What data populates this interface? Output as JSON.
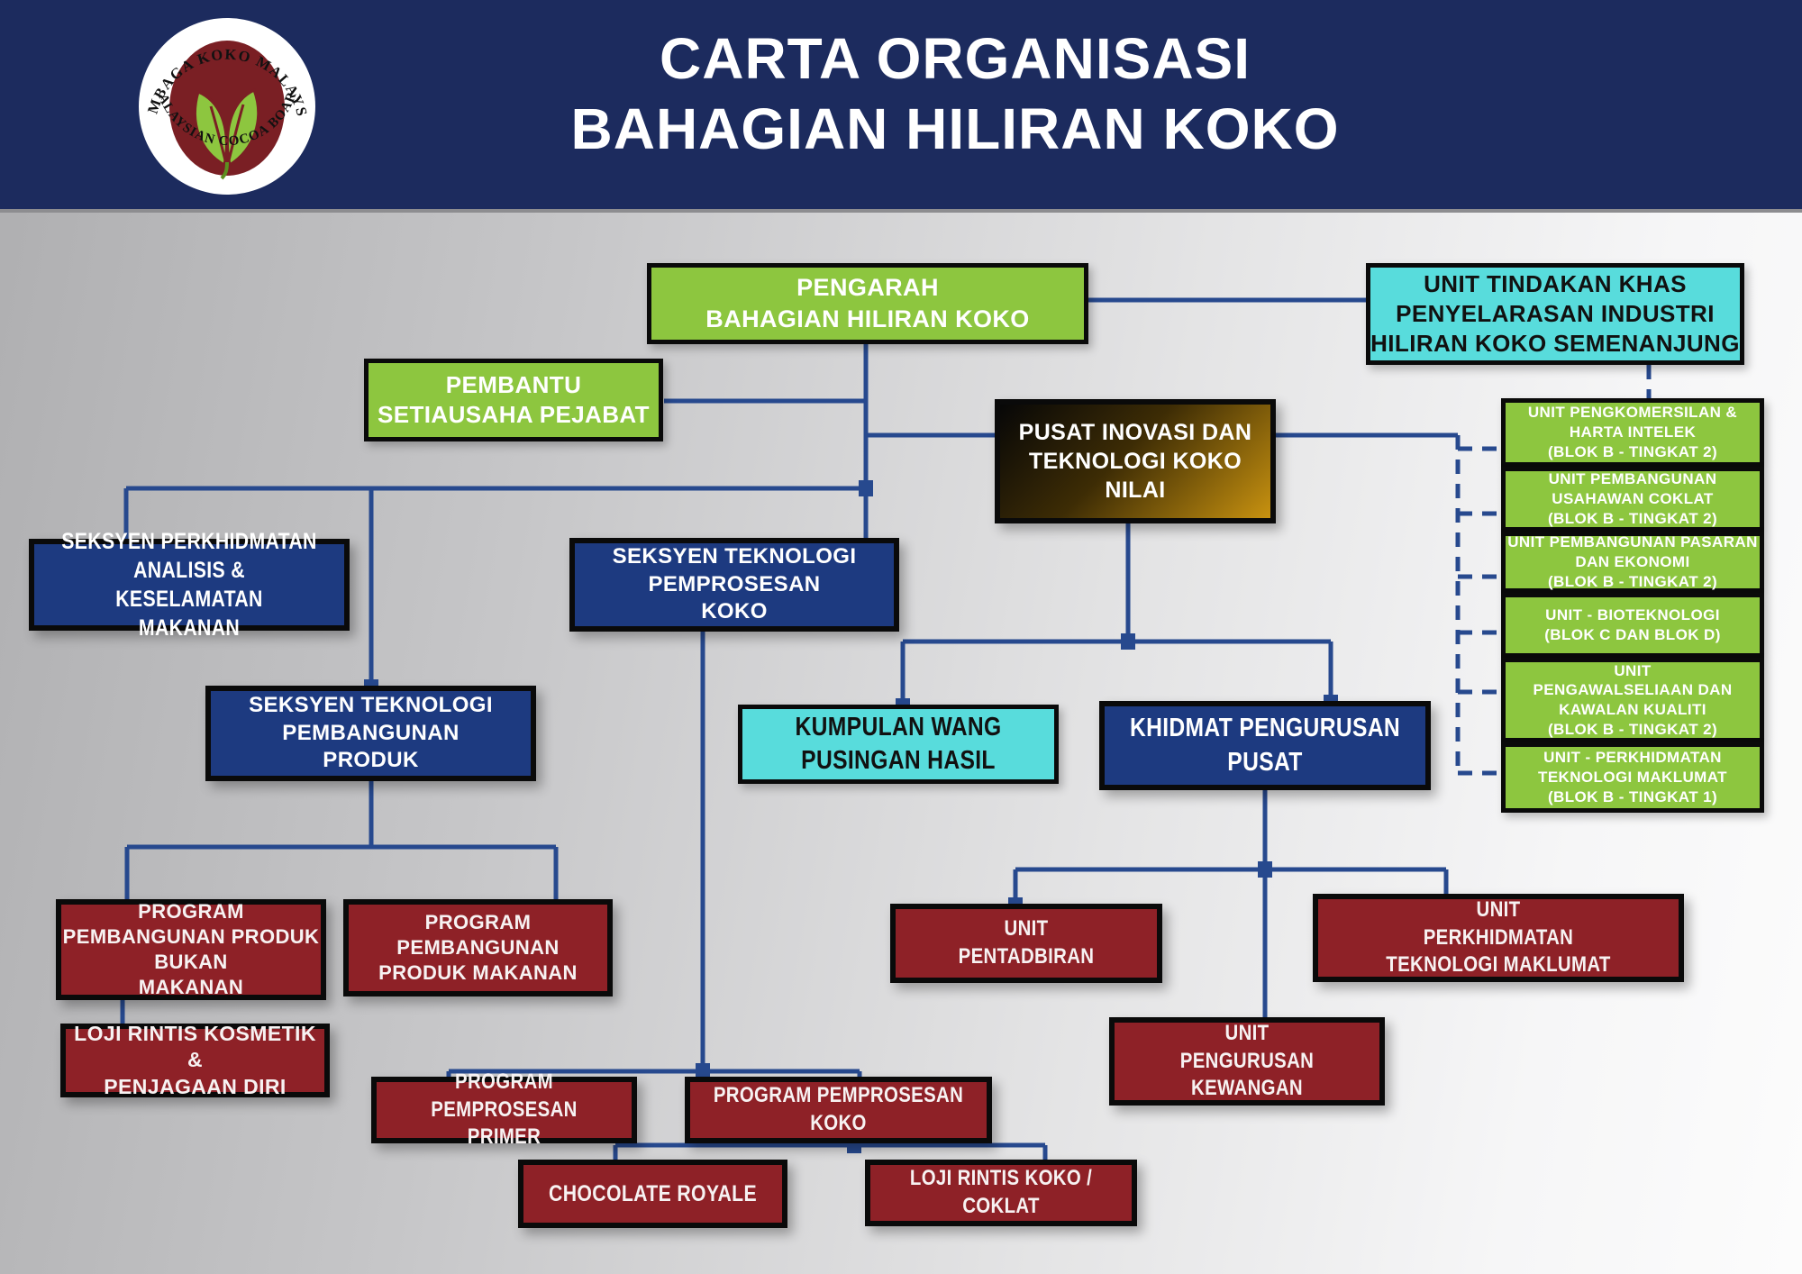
{
  "header": {
    "title_line1": "CARTA ORGANISASI",
    "title_line2": "BAHAGIAN HILIRAN KOKO",
    "logo": {
      "top_text": "LEMBAGA KOKO MALAYSIA",
      "bottom_text": "• MALAYSIAN COCOA BOARD •"
    }
  },
  "palette": {
    "header_bg": "#1c2b5e",
    "connector_line": "#27498e",
    "green": "#8dc63f",
    "cyan": "#58dcdc",
    "navy": "#1d3a80",
    "red": "#8e2127",
    "gold_dark": "#070707",
    "gold_light": "#c89210",
    "logo_red": "#7a1f24",
    "logo_green": "#8dc63f"
  },
  "nodes": [
    {
      "id": "pengarah",
      "variant": "green",
      "lines": [
        "PENGARAH",
        "BAHAGIAN HILIRAN KOKO"
      ]
    },
    {
      "id": "unit-tindakan-khas",
      "variant": "cyan",
      "lines": [
        "UNIT TINDAKAN KHAS",
        "PENYELARASAN INDUSTRI",
        "HILIRAN KOKO SEMENANJUNG"
      ]
    },
    {
      "id": "pembantu-setiausaha",
      "variant": "green",
      "lines": [
        "PEMBANTU",
        "SETIAUSAHA PEJABAT"
      ]
    },
    {
      "id": "pusat-inovasi",
      "variant": "gold",
      "lines": [
        "PUSAT INOVASI DAN",
        "TEKNOLOGI KOKO",
        "NILAI"
      ]
    },
    {
      "id": "unit-pengkomersilan",
      "variant": "green",
      "lines": [
        "UNIT PENGKOMERSILAN &",
        "HARTA INTELEK",
        "(BLOK B - TINGKAT 2)"
      ]
    },
    {
      "id": "unit-usahawan-coklat",
      "variant": "green",
      "lines": [
        "UNIT PEMBANGUNAN",
        "USAHAWAN COKLAT",
        "(BLOK B - TINGKAT 2)"
      ]
    },
    {
      "id": "unit-pasaran-ekonomi",
      "variant": "green",
      "lines": [
        "UNIT PEMBANGUNAN PASARAN",
        "DAN EKONOMI",
        "(BLOK B - TINGKAT 2)"
      ]
    },
    {
      "id": "unit-bioteknologi",
      "variant": "green",
      "lines": [
        "UNIT - BIOTEKNOLOGI",
        "(BLOK C DAN BLOK D)"
      ]
    },
    {
      "id": "unit-pengawalseliaan",
      "variant": "green",
      "lines": [
        "UNIT",
        "PENGAWALSELIAAN DAN",
        "KAWALAN KUALITI",
        "(BLOK B - TINGKAT 2)"
      ]
    },
    {
      "id": "unit-teknologi-maklumat-blok",
      "variant": "green",
      "lines": [
        "UNIT - PERKHIDMATAN",
        "TEKNOLOGI MAKLUMAT",
        "(BLOK B - TINGKAT 1)"
      ]
    },
    {
      "id": "seksyen-perkhidmatan-analisis",
      "variant": "navy",
      "condensed": true,
      "lines": [
        "SEKSYEN PERKHIDMATAN",
        "ANALISIS & KESELAMATAN",
        "MAKANAN"
      ]
    },
    {
      "id": "seksyen-pemprosesan-koko",
      "variant": "navy",
      "lines": [
        "SEKSYEN TEKNOLOGI",
        "PEMPROSESAN",
        "KOKO"
      ]
    },
    {
      "id": "seksyen-pembangunan-produk",
      "variant": "navy",
      "lines": [
        "SEKSYEN TEKNOLOGI",
        "PEMBANGUNAN",
        "PRODUK"
      ]
    },
    {
      "id": "kumpulan-wang",
      "variant": "cyan",
      "condensed": true,
      "lines": [
        "KUMPULAN WANG",
        "PUSINGAN HASIL"
      ]
    },
    {
      "id": "khidmat-pengurusan-pusat",
      "variant": "navy",
      "condensed": true,
      "lines": [
        "KHIDMAT PENGURUSAN",
        "PUSAT"
      ]
    },
    {
      "id": "program-produk-bukan-makanan",
      "variant": "red",
      "lines": [
        "PROGRAM",
        "PEMBANGUNAN PRODUK",
        "BUKAN",
        "MAKANAN"
      ]
    },
    {
      "id": "program-produk-makanan",
      "variant": "red",
      "lines": [
        "PROGRAM",
        "PEMBANGUNAN",
        "PRODUK MAKANAN"
      ]
    },
    {
      "id": "loji-rintis-kosmetik",
      "variant": "red",
      "lines": [
        "LOJI RINTIS KOSMETIK &",
        "PENJAGAAN DIRI"
      ]
    },
    {
      "id": "unit-pentadbiran",
      "variant": "red",
      "condensed": true,
      "lines": [
        "UNIT",
        "PENTADBIRAN"
      ]
    },
    {
      "id": "unit-perkhidmatan-tm",
      "variant": "red",
      "condensed": true,
      "lines": [
        "UNIT",
        "PERKHIDMATAN",
        "TEKNOLOGI MAKLUMAT"
      ]
    },
    {
      "id": "unit-pengurusan-kewangan",
      "variant": "red",
      "condensed": true,
      "lines": [
        "UNIT",
        "PENGURUSAN",
        "KEWANGAN"
      ]
    },
    {
      "id": "program-pemprosesan-primer",
      "variant": "red",
      "condensed": true,
      "lines": [
        "PROGRAM",
        "PEMPROSESAN PRIMER"
      ]
    },
    {
      "id": "program-pemprosesan-koko",
      "variant": "red",
      "condensed": true,
      "lines": [
        "PROGRAM PEMPROSESAN",
        "KOKO"
      ]
    },
    {
      "id": "chocolate-royale",
      "variant": "red",
      "condensed": true,
      "lines": [
        "CHOCOLATE ROYALE"
      ]
    },
    {
      "id": "loji-rintis-koko",
      "variant": "red",
      "condensed": true,
      "lines": [
        "LOJI RINTIS KOKO /",
        "COKLAT"
      ]
    }
  ]
}
